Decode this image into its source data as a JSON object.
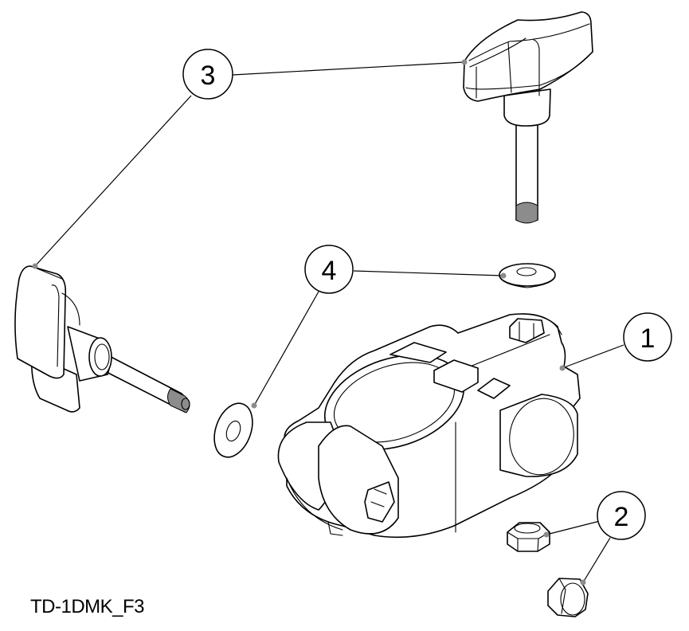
{
  "drawing": {
    "id_label": "TD-1DMK_F3",
    "colors": {
      "line": "#000000",
      "background": "#ffffff",
      "leader_dot": "#8c8c8c",
      "bolt_tip": "#8c8c8c"
    }
  },
  "callouts": [
    {
      "number": "1",
      "part": "clamp-body"
    },
    {
      "number": "2",
      "part": "hex-nut"
    },
    {
      "number": "3",
      "part": "t-handle-bolt"
    },
    {
      "number": "4",
      "part": "flat-washer"
    }
  ]
}
